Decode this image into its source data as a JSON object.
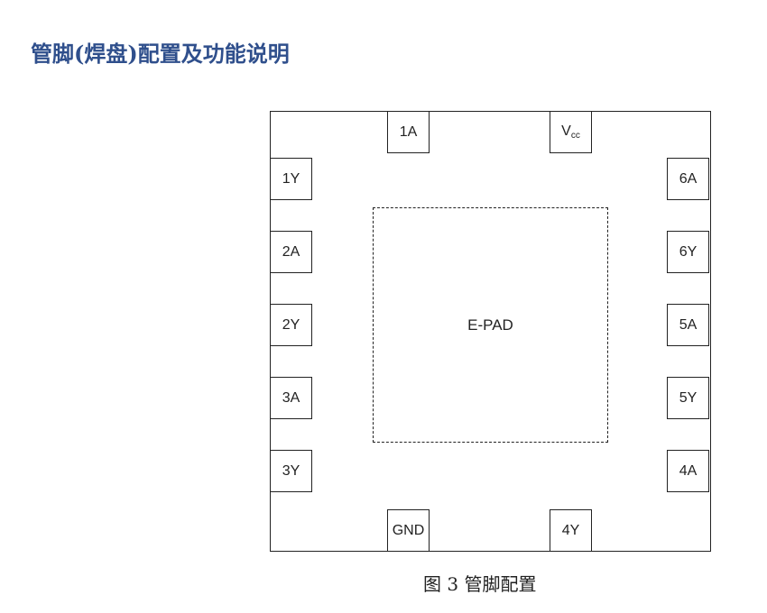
{
  "heading": "管脚(焊盘)配置及功能说明",
  "diagram": {
    "epad_label": "E-PAD",
    "pins": {
      "top_1a": "1A",
      "top_vcc_main": "V",
      "top_vcc_sub": "cc",
      "left_1y": "1Y",
      "left_2a": "2A",
      "left_2y": "2Y",
      "left_3a": "3A",
      "left_3y": "3Y",
      "right_6a": "6A",
      "right_6y": "6Y",
      "right_5a": "5A",
      "right_5y": "5Y",
      "right_4a": "4A",
      "bottom_gnd": "GND",
      "bottom_4y": "4Y"
    }
  },
  "caption": "图 3  管脚配置"
}
